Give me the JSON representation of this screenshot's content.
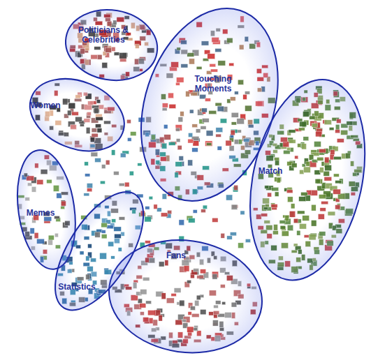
{
  "diagram": {
    "nodes": [
      {
        "text": [
          "Politicians & Celebrities"
        ]
      },
      {
        "text": [
          "Touching Moments"
        ]
      },
      {
        "text": [
          "Women"
        ]
      },
      {
        "text": [
          "Match"
        ]
      },
      {
        "text": [
          "Memes"
        ]
      },
      {
        "text": [
          "Fans"
        ]
      },
      {
        "text": [
          "Statistics"
        ]
      }
    ]
  }
}
